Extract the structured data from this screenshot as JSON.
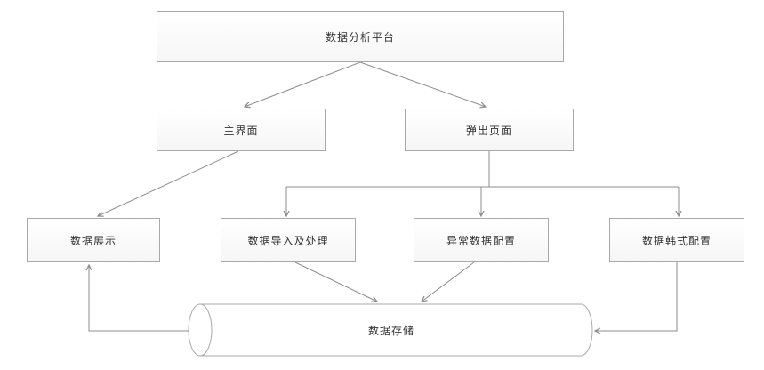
{
  "diagram": {
    "background": "#ffffff",
    "colors": {
      "node_border": "#a9a9a9",
      "node_fill": "#ffffff",
      "line": "#8c8c8c",
      "text": "#333333"
    },
    "nodes": {
      "platform": {
        "label": "数据分析平台"
      },
      "main_ui": {
        "label": "主界面"
      },
      "popup": {
        "label": "弹出页面"
      },
      "display": {
        "label": "数据展示"
      },
      "import": {
        "label": "数据导入及处理"
      },
      "abnormal": {
        "label": "异常数据配置"
      },
      "format": {
        "label": "数据韩式配置"
      },
      "storage": {
        "label": "数据存储"
      }
    },
    "edges": [
      {
        "from": "platform",
        "to": "main_ui"
      },
      {
        "from": "platform",
        "to": "popup"
      },
      {
        "from": "main_ui",
        "to": "display"
      },
      {
        "from": "popup",
        "to": "import"
      },
      {
        "from": "popup",
        "to": "abnormal"
      },
      {
        "from": "popup",
        "to": "format"
      },
      {
        "from": "import",
        "to": "storage"
      },
      {
        "from": "abnormal",
        "to": "storage"
      },
      {
        "from": "format",
        "to": "storage"
      },
      {
        "from": "storage",
        "to": "display"
      }
    ]
  }
}
